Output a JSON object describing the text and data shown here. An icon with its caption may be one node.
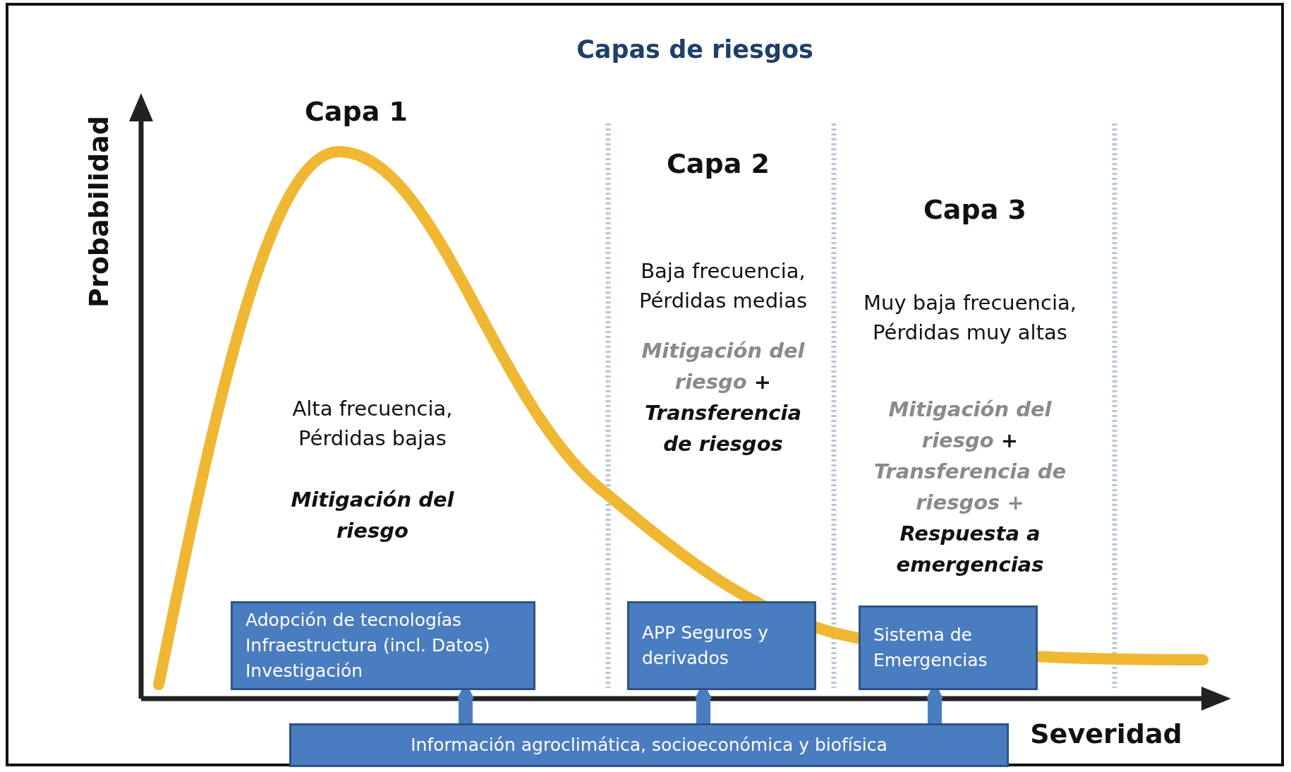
{
  "diagram": {
    "title": "Capas de riesgos",
    "nodes": [
      {
        "text": [
          "Adopción de tecnologías Infraestructura (incl. Datos) Investigación"
        ]
      },
      {
        "text": [
          "APP Seguros y derivados"
        ]
      },
      {
        "text": [
          "Sistema de Emergencias"
        ]
      },
      {
        "text": [
          "Información agroclimática, socioeconómica y biofísica"
        ]
      }
    ],
    "edges": [
      {
        "from": 3,
        "to": 0,
        "arrow": "to"
      },
      {
        "from": 3,
        "to": 1,
        "arrow": "to"
      },
      {
        "from": 3,
        "to": 2,
        "arrow": "to"
      }
    ],
    "labels": [
      "Probabilidad",
      "Capa 1",
      "Capa 2",
      "Capa 3",
      "Alta frecuencia, Pérdidas bajas",
      "Mitigación del riesgo",
      "Baja frecuencia, Pérdidas medias",
      "Mitigación del riesgo **+ Transferencia de riesgos**",
      "Muy baja frecuencia, Pérdidas muy altas",
      "Mitigación del riesgo **+** Transferencia de riesgos + **Respuesta a emergencias**",
      "Severidad"
    ]
  }
}
